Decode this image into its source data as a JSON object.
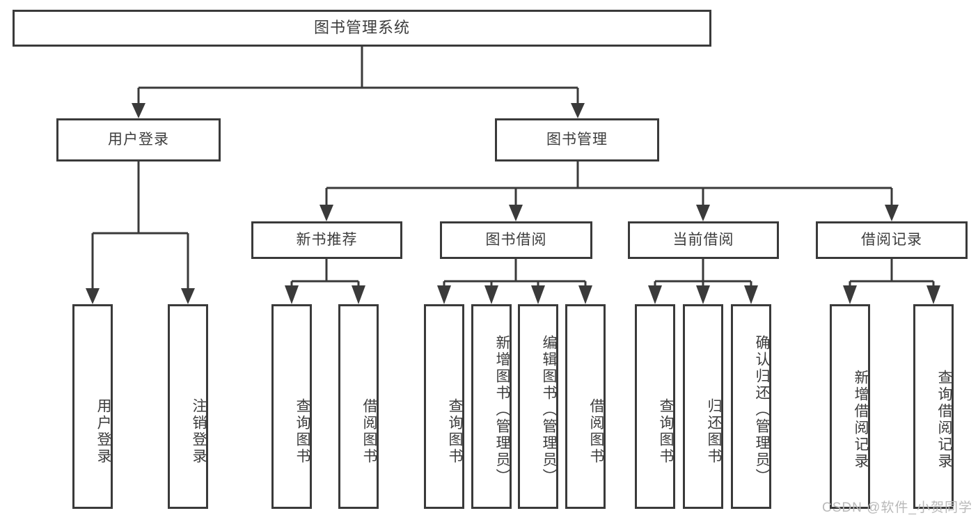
{
  "diagram": {
    "title": "图书管理系统",
    "type": "tree-hierarchy-chart",
    "root": {
      "label": "图书管理系统"
    },
    "level2": [
      {
        "id": "user-login",
        "label": "用户登录"
      },
      {
        "id": "book-manage",
        "label": "图书管理"
      }
    ],
    "level3": [
      {
        "id": "new-book-recommend",
        "label": "新书推荐"
      },
      {
        "id": "book-borrow",
        "label": "图书借阅"
      },
      {
        "id": "current-borrow",
        "label": "当前借阅"
      },
      {
        "id": "borrow-record",
        "label": "借阅记录"
      }
    ],
    "leaves": {
      "user_login": [
        {
          "id": "leaf-user-login",
          "label": "用户登录"
        },
        {
          "id": "leaf-user-logout",
          "label": "注销登录"
        }
      ],
      "new_book_recommend": [
        {
          "id": "leaf-query-book-1",
          "label": "查询图书"
        },
        {
          "id": "leaf-borrow-book-1",
          "label": "借阅图书"
        }
      ],
      "book_borrow": [
        {
          "id": "leaf-query-book-2",
          "label": "查询图书"
        },
        {
          "id": "leaf-add-book",
          "label": "新增图书（管理员）"
        },
        {
          "id": "leaf-edit-book",
          "label": "编辑图书（管理员）"
        },
        {
          "id": "leaf-borrow-book-2",
          "label": "借阅图书"
        }
      ],
      "current_borrow": [
        {
          "id": "leaf-query-book-3",
          "label": "查询图书"
        },
        {
          "id": "leaf-return-book",
          "label": "归还图书"
        },
        {
          "id": "leaf-confirm-return",
          "label": "确认归还（管理员）"
        }
      ],
      "borrow_record": [
        {
          "id": "leaf-add-record",
          "label": "新增借阅记录"
        },
        {
          "id": "leaf-query-record",
          "label": "查询借阅记录"
        }
      ]
    }
  },
  "watermark": {
    "text": "CSDN @软件_小贺同学"
  },
  "colors": {
    "stroke": "#3a3a3a",
    "text": "#3c3c3c",
    "background": "#ffffff",
    "watermark": "#b9b9b9"
  }
}
